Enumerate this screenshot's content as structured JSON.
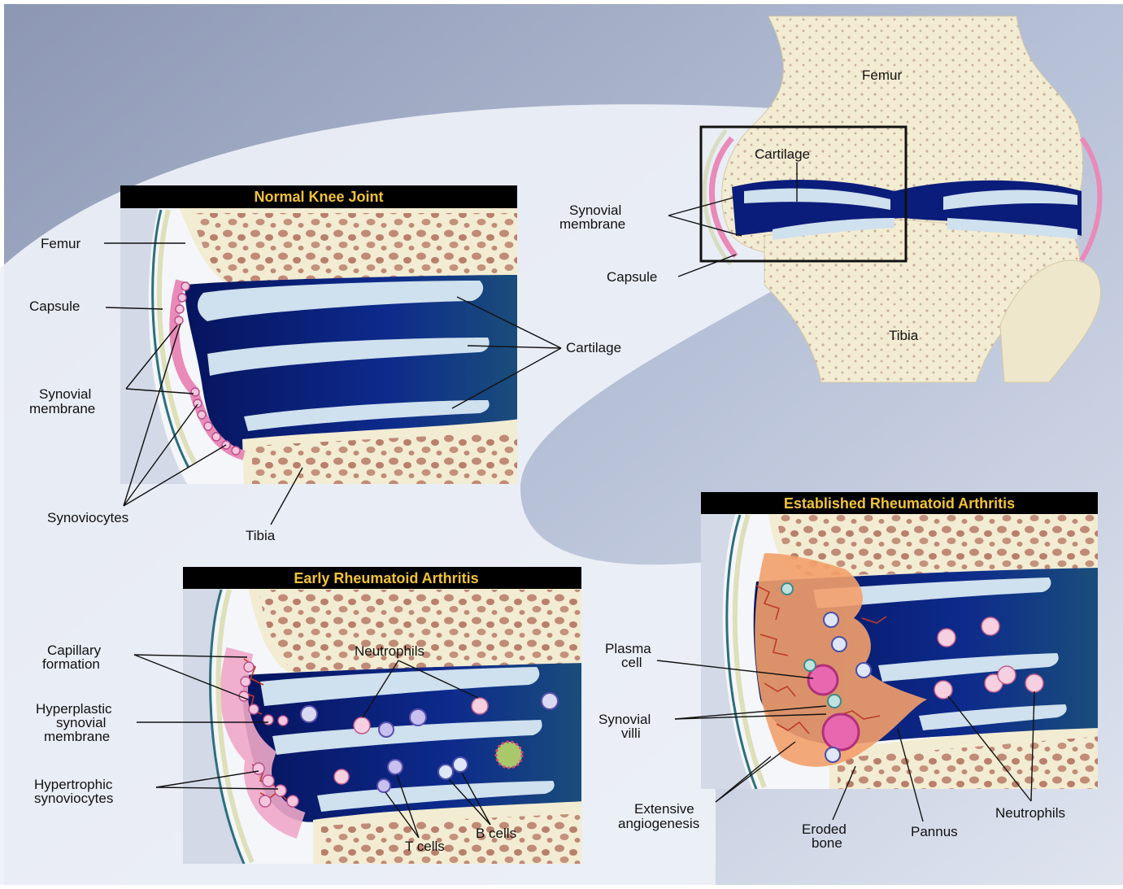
{
  "colors": {
    "background_light": "#e9edf6",
    "background_dark": "#bfc9de",
    "bone": "#f2ecd2",
    "bone_pores": "#b9806e",
    "joint_fluid": "#0b1d7a",
    "cartilage": "#cfe0ee",
    "synovial_pink": "#e98ab8",
    "title_bar": "#000000",
    "title_text": "#f2c23a",
    "inflammation_orange": "#f3a06a"
  },
  "overview": {
    "femur": "Femur",
    "tibia": "Tibia",
    "cartilage": "Cartilage",
    "synovial_membrane_1": "Synovial",
    "synovial_membrane_2": "membrane",
    "capsule": "Capsule"
  },
  "normal": {
    "title": "Normal Knee Joint",
    "femur": "Femur",
    "capsule": "Capsule",
    "synovial_membrane_1": "Synovial",
    "synovial_membrane_2": "membrane",
    "synoviocytes": "Synoviocytes",
    "tibia": "Tibia",
    "cartilage": "Cartilage"
  },
  "early": {
    "title": "Early Rheumatoid Arthritis",
    "capillary_1": "Capillary",
    "capillary_2": "formation",
    "hyperplastic_1": "Hyperplastic",
    "hyperplastic_2": "synovial",
    "hyperplastic_3": "membrane",
    "hypertrophic_1": "Hypertrophic",
    "hypertrophic_2": "synoviocytes",
    "neutrophils": "Neutrophils",
    "t_cells": "T cells",
    "b_cells": "B cells"
  },
  "established": {
    "title": "Established Rheumatoid Arthritis",
    "plasma_1": "Plasma",
    "plasma_2": "cell",
    "villi_1": "Synovial",
    "villi_2": "villi",
    "angio_1": "Extensive",
    "angio_2": "angiogenesis",
    "eroded_1": "Eroded",
    "eroded_2": "bone",
    "pannus": "Pannus",
    "neutrophils": "Neutrophils"
  }
}
